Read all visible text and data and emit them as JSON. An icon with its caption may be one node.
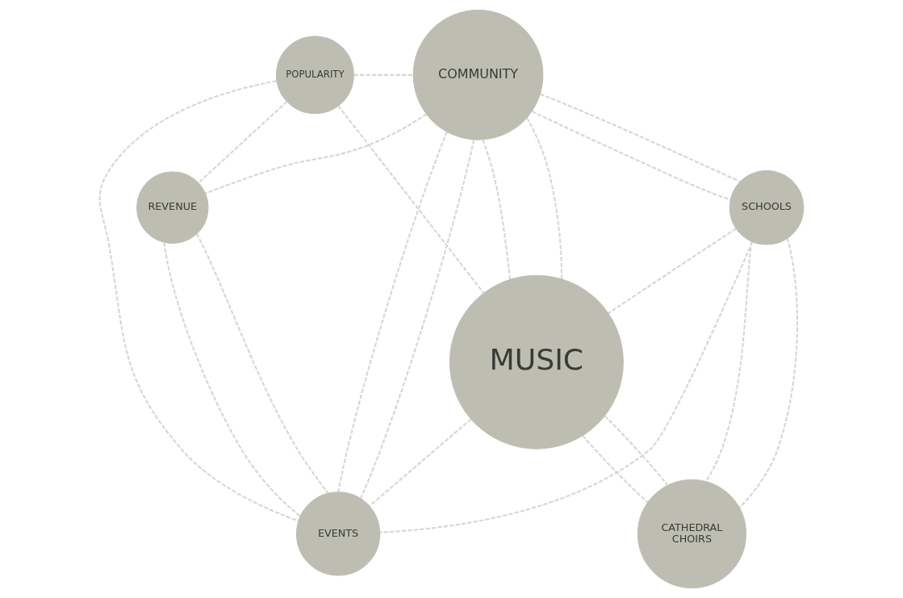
{
  "diagram": {
    "nodes": [
      {
        "text": [
          "POPULARITY"
        ]
      },
      {
        "text": [
          "COMMUNITY"
        ]
      },
      {
        "text": [
          "SCHOOLS"
        ]
      },
      {
        "text": [
          "REVENUE"
        ]
      },
      {
        "text": [
          "MUSIC"
        ]
      },
      {
        "text": [
          "CATHEDRAL CHOIRS"
        ]
      },
      {
        "text": [
          "EVENTS"
        ]
      }
    ],
    "edges": [
      {
        "from": 0,
        "to": 1,
        "arrow": "none",
        "style": "dashed"
      },
      {
        "from": 1,
        "to": 3,
        "arrow": "none",
        "style": "dashed"
      },
      {
        "from": 2,
        "to": 1,
        "arrow": "none",
        "style": "dashed"
      },
      {
        "from": 2,
        "to": 5,
        "arrow": "none",
        "style": "dashed"
      },
      {
        "from": 0,
        "to": 4,
        "arrow": "none",
        "style": "dashed"
      },
      {
        "from": 0,
        "to": 6,
        "arrow": "none",
        "style": "dashed"
      },
      {
        "from": 0,
        "to": 3,
        "arrow": "none",
        "style": "dashed"
      },
      {
        "from": 2,
        "to": 6,
        "arrow": "none",
        "style": "dashed"
      },
      {
        "from": 2,
        "to": 1,
        "arrow": "none",
        "style": "dashed"
      },
      {
        "from": 2,
        "to": 4,
        "arrow": "none",
        "style": "dashed"
      },
      {
        "from": 2,
        "to": 5,
        "arrow": "none",
        "style": "dashed"
      },
      {
        "from": 5,
        "to": 4,
        "arrow": "none",
        "style": "dashed"
      },
      {
        "from": 5,
        "to": 4,
        "arrow": "none",
        "style": "dashed"
      },
      {
        "from": 4,
        "to": 6,
        "arrow": "none",
        "style": "dashed"
      },
      {
        "from": 1,
        "to": 4,
        "arrow": "none",
        "style": "dashed"
      },
      {
        "from": 1,
        "to": 4,
        "arrow": "none",
        "style": "dashed"
      },
      {
        "from": 1,
        "to": 6,
        "arrow": "none",
        "style": "dashed"
      },
      {
        "from": 1,
        "to": 6,
        "arrow": "none",
        "style": "dashed"
      },
      {
        "from": 3,
        "to": 6,
        "arrow": "none",
        "style": "dashed"
      },
      {
        "from": 3,
        "to": 6,
        "arrow": "none",
        "style": "dashed"
      }
    ]
  }
}
